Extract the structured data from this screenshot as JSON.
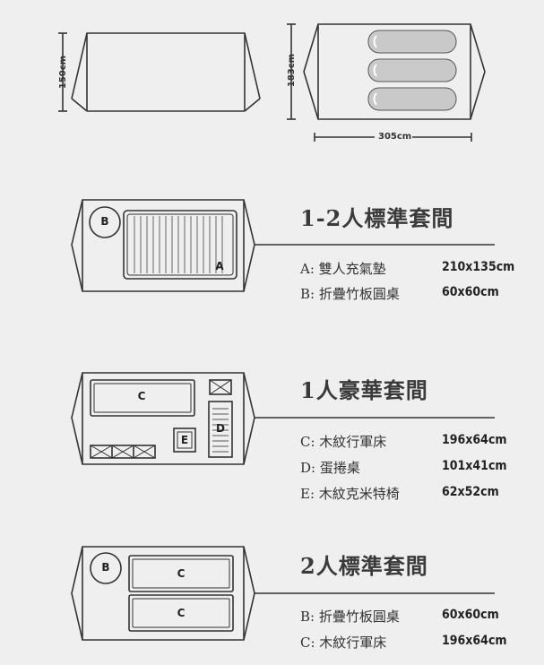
{
  "dimensions": {
    "height_front": "150cm",
    "height_side": "183cm",
    "width": "305cm"
  },
  "layouts": [
    {
      "title": "1-2人標準套間",
      "items": [
        {
          "label": "A:  雙人充氣墊",
          "size": "210x135cm"
        },
        {
          "label": "B:  折疊竹板圓桌",
          "size": "60x60cm"
        }
      ],
      "tags": [
        "B",
        "A"
      ]
    },
    {
      "title": "1人豪華套間",
      "items": [
        {
          "label": "C:  木紋行軍床",
          "size": "196x64cm"
        },
        {
          "label": "D:  蛋捲桌",
          "size": "101x41cm"
        },
        {
          "label": "E:  木紋克米特椅",
          "size": "62x52cm"
        }
      ],
      "tags": [
        "C",
        "D",
        "E"
      ]
    },
    {
      "title": "2人標準套間",
      "items": [
        {
          "label": "B:  折疊竹板圓桌",
          "size": "60x60cm"
        },
        {
          "label": "C:  木紋行軍床",
          "size": "196x64cm"
        }
      ],
      "tags": [
        "B",
        "C",
        "C"
      ]
    }
  ]
}
